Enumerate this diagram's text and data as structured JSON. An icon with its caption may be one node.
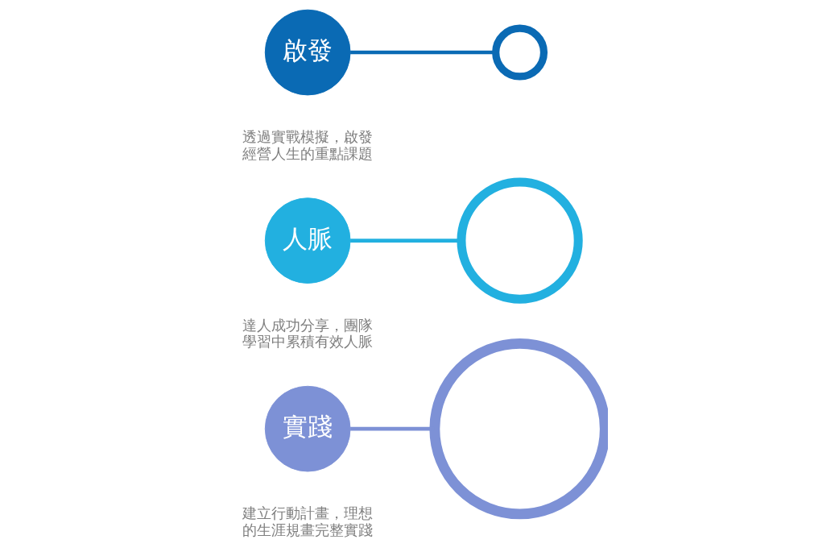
{
  "diagram": {
    "nodes": [
      {
        "text": [],
        "shape": "circle"
      },
      {
        "text": [],
        "shape": "circle"
      },
      {
        "text": [],
        "shape": "circle"
      },
      {
        "text": [
          "啟發"
        ],
        "beside": [
          "透過實戰模擬，啟發經營人生的重點課題"
        ]
      },
      {
        "text": [
          "實踐"
        ],
        "beside": [
          "建立行動計畫，理想的生涯規畫完整實踐"
        ]
      },
      {
        "text": [
          "人脈"
        ],
        "beside": [
          "達人成功分享，團隊學習中累積有效人脈"
        ]
      }
    ],
    "edges": [
      {
        "from": 3,
        "to": 2,
        "arrow": "none",
        "color": "#0a6ab4"
      },
      {
        "from": 4,
        "to": 0,
        "arrow": "none",
        "color": "#7d91d6"
      },
      {
        "from": 5,
        "to": 1,
        "arrow": "none",
        "color": "#22b0e0"
      }
    ]
  }
}
